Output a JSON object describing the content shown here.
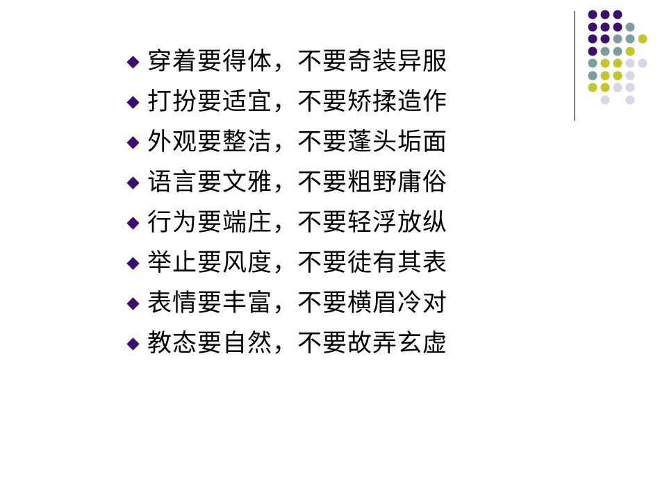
{
  "colors": {
    "background": "#ffffff",
    "bullet": "#3a0f70",
    "text": "#000000",
    "dot_purple": "#3a0f70",
    "dot_teal": "#7a9e9f",
    "dot_olive": "#c2c628",
    "dot_lavender": "#d8d5ea",
    "divider": "#7f7f7f"
  },
  "bullets": [
    {
      "icon": "diamond-bullet-icon",
      "text": "穿着要得体，不要奇装异服"
    },
    {
      "icon": "diamond-bullet-icon",
      "text": "打扮要适宜，不要矫揉造作"
    },
    {
      "icon": "diamond-bullet-icon",
      "text": "外观要整洁，不要蓬头垢面"
    },
    {
      "icon": "diamond-bullet-icon",
      "text": "语言要文雅，不要粗野庸俗"
    },
    {
      "icon": "diamond-bullet-icon",
      "text": "行为要端庄，不要轻浮放纵"
    },
    {
      "icon": "diamond-bullet-icon",
      "text": "举止要风度，不要徒有其表"
    },
    {
      "icon": "diamond-bullet-icon",
      "text": "表情要丰富，不要横眉冷对"
    },
    {
      "icon": "diamond-bullet-icon",
      "text": "教态要自然，不要故弄玄虚"
    }
  ],
  "decoration": {
    "icon": "dot-grid-decoration"
  }
}
